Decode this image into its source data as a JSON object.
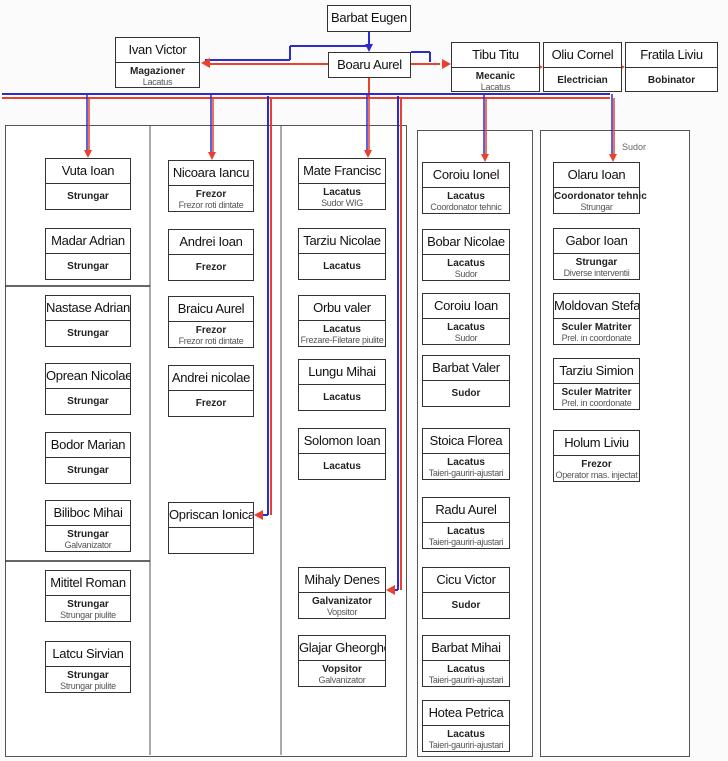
{
  "top": {
    "director": {
      "name": "Barbat Eugen"
    },
    "manager": {
      "name": "Boaru Aurel"
    },
    "left": {
      "name": "Ivan Victor",
      "role": "Magazioner",
      "sub": "Lacatus"
    },
    "right": [
      {
        "name": "Tibu Titu",
        "role": "Mecanic",
        "sub": "Lacatus"
      },
      {
        "name": "Oliu Cornel",
        "role": "Electrician",
        "sub": ""
      },
      {
        "name": "Fratila Liviu",
        "role": "Bobinator",
        "sub": ""
      }
    ]
  },
  "columns": [
    {
      "people": [
        {
          "name": "Vuta Ioan",
          "role": "Strungar",
          "sub": ""
        },
        {
          "name": "Madar Adrian",
          "role": "Strungar",
          "sub": ""
        },
        {
          "name": "Nastase Adrian",
          "role": "Strungar",
          "sub": ""
        },
        {
          "name": "Oprean Nicolae",
          "role": "Strungar",
          "sub": ""
        },
        {
          "name": "Bodor Marian",
          "role": "Strungar",
          "sub": ""
        },
        {
          "name": "Biliboc Mihai",
          "role": "Strungar",
          "sub": "Galvanizator"
        },
        {
          "name": "Mititel Roman",
          "role": "Strungar",
          "sub": "Strungar piulite"
        },
        {
          "name": "Latcu Sirvian",
          "role": "Strungar",
          "sub": "Strungar piulite"
        }
      ]
    },
    {
      "people": [
        {
          "name": "Nicoara Iancu",
          "role": "Frezor",
          "sub": "Frezor roti dintate"
        },
        {
          "name": "Andrei Ioan",
          "role": "Frezor",
          "sub": ""
        },
        {
          "name": "Braicu Aurel",
          "role": "Frezor",
          "sub": "Frezor roti dintate"
        },
        {
          "name": "Andrei nicolae",
          "role": "Frezor",
          "sub": ""
        },
        {
          "name": "Opriscan Ionica",
          "role": "",
          "sub": ""
        }
      ]
    },
    {
      "people": [
        {
          "name": "Mate Francisc",
          "role": "Lacatus",
          "sub": "Sudor WIG"
        },
        {
          "name": "Tarziu Nicolae",
          "role": "Lacatus",
          "sub": ""
        },
        {
          "name": "Orbu valer",
          "role": "Lacatus",
          "sub": "Frezare-Filetare piulite"
        },
        {
          "name": "Lungu Mihai",
          "role": "Lacatus",
          "sub": ""
        },
        {
          "name": "Solomon Ioan",
          "role": "Lacatus",
          "sub": ""
        },
        {
          "name": "Mihaly Denes",
          "role": "Galvanizator",
          "sub": "Vopsitor"
        },
        {
          "name": "Glajar Gheorghe",
          "role": "Vopsitor",
          "sub": "Galvanizator"
        }
      ]
    },
    {
      "people": [
        {
          "name": "Coroiu Ionel",
          "role": "Lacatus",
          "sub": "Coordonator tehnic"
        },
        {
          "name": "Bobar Nicolae",
          "role": "Lacatus",
          "sub": "Sudor"
        },
        {
          "name": "Coroiu Ioan",
          "role": "Lacatus",
          "sub": "Sudor"
        },
        {
          "name": "Barbat Valer",
          "role": "Sudor",
          "sub": ""
        },
        {
          "name": "Stoica Florea",
          "role": "Lacatus",
          "sub": "Taieri-gauriri-ajustari"
        },
        {
          "name": "Radu Aurel",
          "role": "Lacatus",
          "sub": "Taieri-gauriri-ajustari"
        },
        {
          "name": "Cicu Victor",
          "role": "Sudor",
          "sub": ""
        },
        {
          "name": "Barbat Mihai",
          "role": "Lacatus",
          "sub": "Taieri-gauriri-ajustari"
        },
        {
          "name": "Hotea Petrica",
          "role": "Lacatus",
          "sub": "Taieri-gauriri-ajustari"
        }
      ]
    },
    {
      "label": "Sudor",
      "people": [
        {
          "name": "Olaru Ioan",
          "role": "Coordonator tehnic",
          "sub": "Strungar"
        },
        {
          "name": "Gabor Ioan",
          "role": "Strungar",
          "sub": "Diverse interventii"
        },
        {
          "name": "Moldovan Stefan",
          "role": "Sculer Matriter",
          "sub": "Prel. in coordonate"
        },
        {
          "name": "Tarziu Simion",
          "role": "Sculer Matriter",
          "sub": "Prel. in coordonate"
        },
        {
          "name": "Holum Liviu",
          "role": "Frezor",
          "sub": "Operator mas. injectat"
        }
      ]
    }
  ],
  "colors": {
    "red": "#e8412c",
    "blue": "#2c2ccc"
  }
}
